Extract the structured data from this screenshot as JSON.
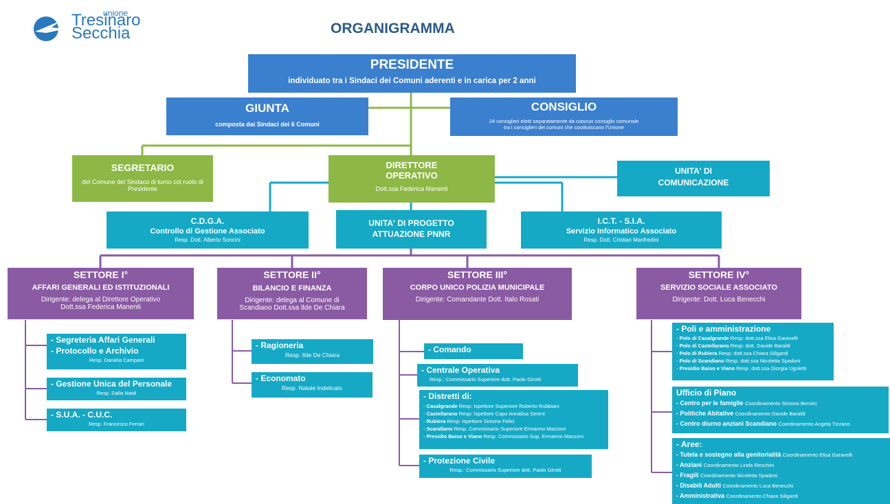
{
  "header": {
    "logo_small": "unione",
    "logo_line1": "Tresinaro",
    "logo_line2": "Secchia",
    "title": "ORGANIGRAMMA"
  },
  "presidente": {
    "title": "PRESIDENTE",
    "subtitle": "individuato tra i Sindaci dei Comuni aderenti e in carica per 2 anni"
  },
  "giunta": {
    "title": "GIUNTA",
    "subtitle": "composta dai Sindaci dei 6 Comuni"
  },
  "consiglio": {
    "title": "CONSIGLIO",
    "subtitle1": "24 consiglieri eletti separatamente da ciascun consiglio comunale",
    "subtitle2": "tra i consiglieri dei comuni che costituiscono l'Unione"
  },
  "segretario": {
    "title": "SEGRETARIO",
    "subtitle": "del Comune del Sindaco di turno col ruolo di Presidente"
  },
  "direttore": {
    "title1": "DIRETTORE",
    "title2": "OPERATIVO",
    "subtitle": "Dott.ssa Federica Manenti"
  },
  "comunicazione": {
    "title1": "UNITA' DI",
    "title2": "COMUNICAZIONE"
  },
  "cdga": {
    "title": "C.D.G.A.",
    "subtitle": "Controllo di Gestione Associato",
    "resp": "Resp. Dott. Alberto Soncini"
  },
  "pnnr": {
    "title1": "UNITA' DI PROGETTO",
    "title2": "ATTUAZIONE PNNR"
  },
  "ict": {
    "title": "I.C.T. - S.I.A.",
    "subtitle": "Servizio Informatico Associato",
    "resp": "Resp. Dott. Cristian Manfredini"
  },
  "settori": [
    {
      "title": "SETTORE I°",
      "name": "AFFARI GENERALI ED ISTITUZIONALI",
      "dir1": "Dirigente: delega al  Direttore Operativo",
      "dir2": "Dott.ssa Federica Manenti"
    },
    {
      "title": "SETTORE II°",
      "name": "BILANCIO E FINANZA",
      "dir1": "Dirigente: delega al Comune di",
      "dir2": "Scandiano Dott.ssa Ilde De Chiara"
    },
    {
      "title": "SETTORE III°",
      "name": "CORPO UNICO POLIZIA MUNICIPALE",
      "dir1": "Dirigente: Comandante Dott. Italo Rosati",
      "dir2": ""
    },
    {
      "title": "SETTORE IV°",
      "name": "SERVIZIO SOCIALE ASSOCIATO",
      "dir1": "Dirigente: Dott. Luca Benecchi",
      "dir2": ""
    }
  ],
  "s1": {
    "segreteria": "- Segreteria Affari Generali",
    "protocollo": "- Protocollo e Archivio",
    "protocollo_resp": "Resp.  Daniela Campani",
    "personale": "- Gestione Unica del Personale",
    "personale_resp": "Resp. Dalla Naidi",
    "sua": "- S.U.A. - C.U.C.",
    "sua_resp": "Resp. Francesco Ferrari"
  },
  "s2": {
    "ragioneria": "- Ragioneria",
    "ragioneria_resp": "Resp. Ilde De Chiara",
    "economato": "- Economato",
    "economato_resp": "Resp. Natale Indelicato"
  },
  "s3": {
    "comando": "- Comando",
    "centrale": "- Centrale Operativa",
    "centrale_resp": "Resp.: Commissario Superiore dott. Paolo Girotti",
    "distretti": "- Distretti di:",
    "distretti_items": [
      {
        "b": "Casalgrande",
        "t": "Resp: Ispettore Superiore Roberto Rubbiani"
      },
      {
        "b": "Castellarano",
        "t": "Resp: Ispettore Capo Annalisa Sereni"
      },
      {
        "b": "Rubiera",
        "t": "Resp: Ispettore Simone Felici"
      },
      {
        "b": "Scandiano",
        "t": "Resp. Commissario Superiore Ermanno Mazzoni"
      },
      {
        "b": "Presidio  Baiso e Viano",
        "t": "Resp. Commissario Sup. Ermanno Mazzoni"
      }
    ],
    "protezione": "- Protezione Civile",
    "protezione_resp": "Resp.: Commissario Superiore dott. Paolo Girotti"
  },
  "s4": {
    "poli": "- Poli e amministrazione",
    "poli_items": [
      {
        "b": "Polo di Casalgrande",
        "t": "Resp:  dott.ssa Elisa Garavelli"
      },
      {
        "b": "Polo di Castellarano",
        "t": "Resp:  dott. Davide  Baraldi"
      },
      {
        "b": "Polo di  Rubiera",
        "t": "Resp:  dott.ssa Chiara Siligardi"
      },
      {
        "b": "Polo di Scandiano",
        "t": "Resp.  dott.ssa Nicoletta Spadoni"
      },
      {
        "b": "Presidio  Baiso e Viano",
        "t": "Resp.  dott.ssa Giorgia Ugoletti"
      }
    ],
    "piano": "Ufficio di Piano",
    "piano_items": [
      {
        "b": "- Centro per le famiglie",
        "t": "Coordinamento Simona Bernini"
      },
      {
        "b": "- Politiche Abitative",
        "t": "Coordinamento Davide Baraldi"
      },
      {
        "b": "- Centro diurno anziani Scandiano",
        "t": "Coordinamento Angela Tizzano"
      }
    ],
    "aree": "- Aree:",
    "aree_items": [
      {
        "b": "- Tutela e sostegno alla genitorialità",
        "t": "Coordinamento Elisa Garavelli"
      },
      {
        "b": "- Anziani",
        "t": "Coordinamento Linda Reschini"
      },
      {
        "b": "- Fragili",
        "t": "Coordinamento Nicoletta Spadoni"
      },
      {
        "b": "- Disabili Adulti",
        "t": "Coordinamento Luca Benecchi"
      },
      {
        "b": "- Amministrativa",
        "t": "Coordinamento Chiara Siligardi"
      }
    ]
  },
  "colors": {
    "blue": "#3b7fcf",
    "green": "#8db845",
    "teal": "#15a9c6",
    "purple": "#8a5aa3"
  }
}
